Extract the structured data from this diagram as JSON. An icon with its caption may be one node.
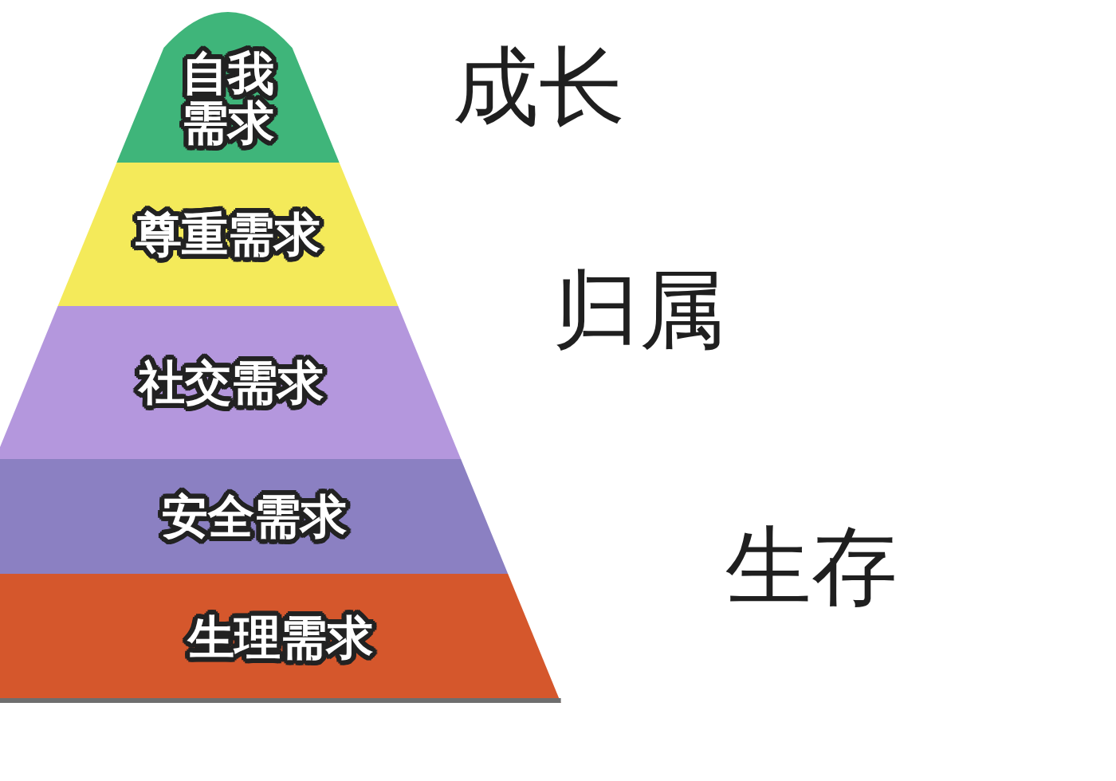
{
  "diagram": {
    "nodes": [
      {
        "text": [
          "自我需求"
        ]
      },
      {
        "text": [
          "尊重需求"
        ]
      },
      {
        "text": [
          "社交需求"
        ]
      },
      {
        "text": [
          "安全需求"
        ]
      },
      {
        "text": [
          "生理需求"
        ]
      }
    ],
    "labels": [
      "成长",
      "归属",
      "生存"
    ]
  }
}
